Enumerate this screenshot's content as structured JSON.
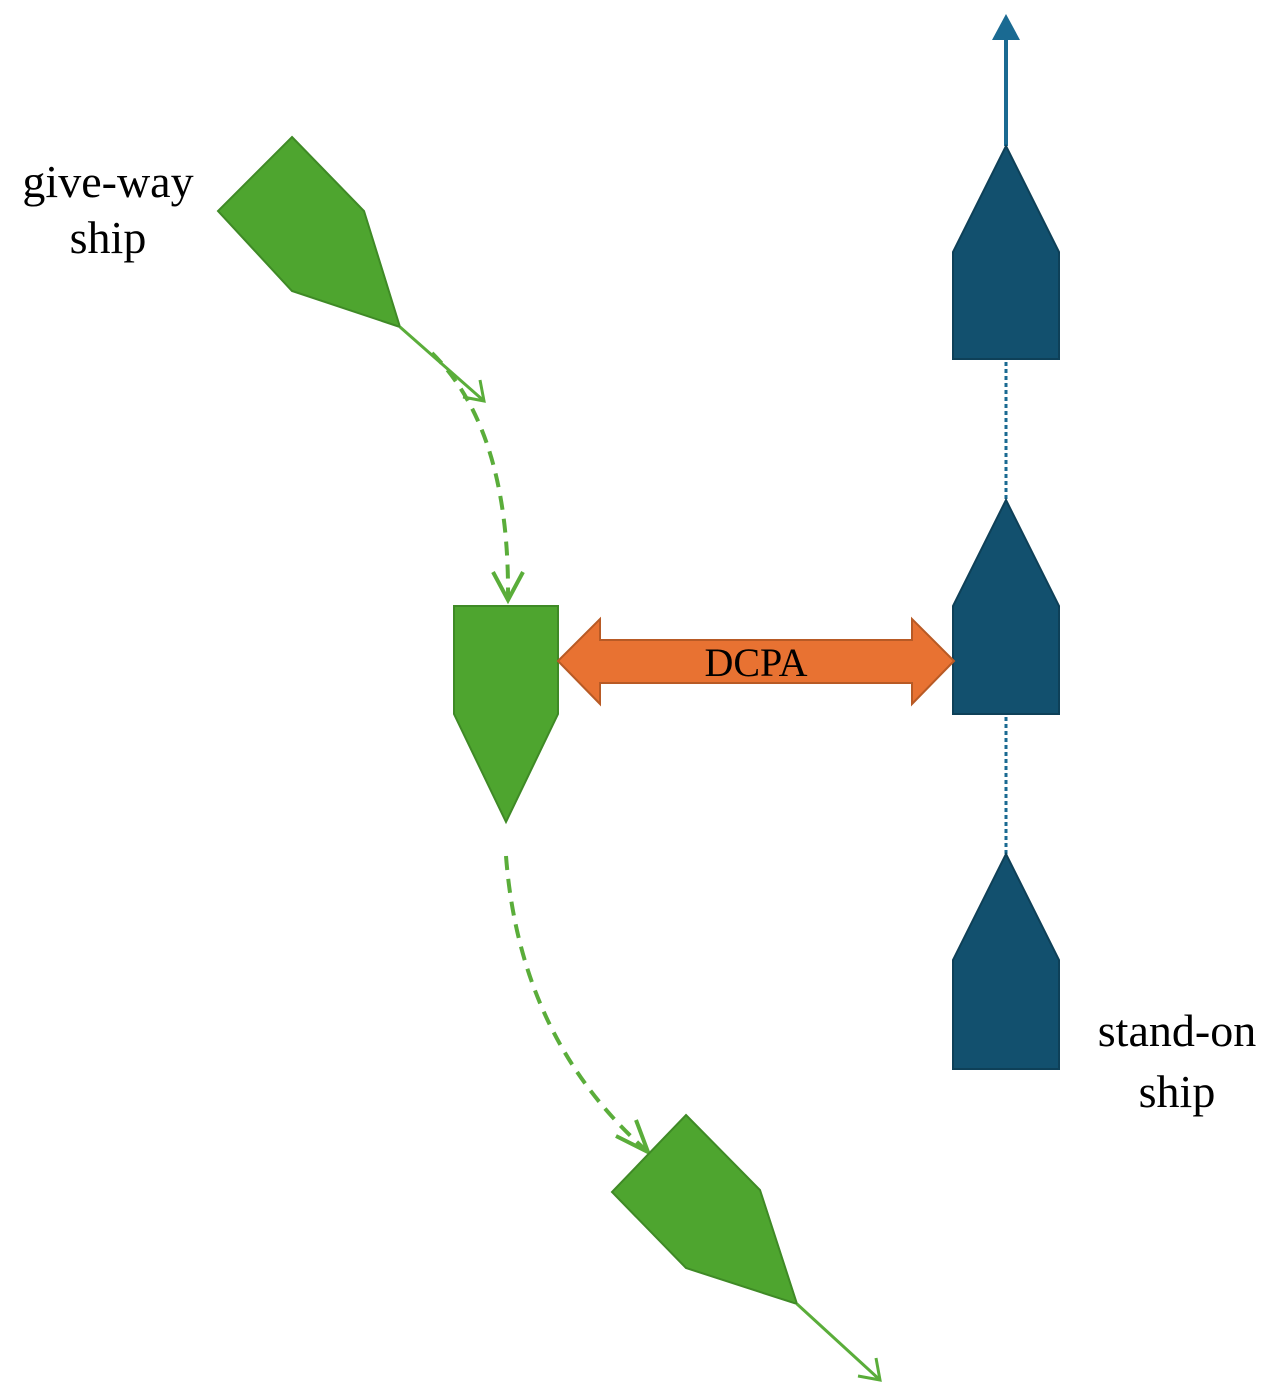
{
  "labels": {
    "give_way_line1": "give-way",
    "give_way_line2": "ship",
    "stand_on_line1": "stand-on",
    "stand_on_line2": "ship",
    "dcpa": "DCPA"
  },
  "colors": {
    "give_way_fill": "#4ea52f",
    "give_way_stroke": "#3f8a26",
    "give_way_path": "#5aad3a",
    "stand_on_fill": "#12506e",
    "stand_on_stroke": "#0e4058",
    "stand_on_arrow": "#1a6a92",
    "dcpa_fill": "#e87232",
    "dcpa_stroke": "#b85a25"
  }
}
